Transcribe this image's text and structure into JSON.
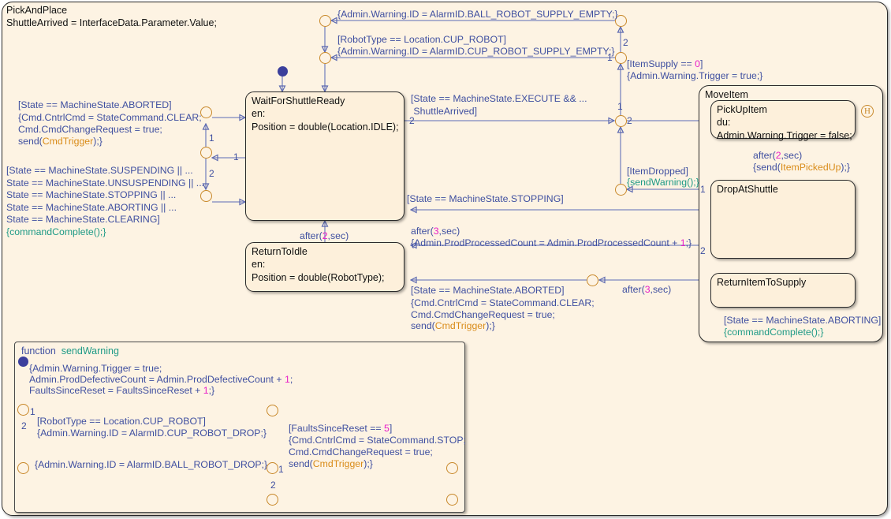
{
  "chart": {
    "name": "PickAndPlace",
    "header_line2": "ShuttleArrived = InterfaceData.Parameter.Value;"
  },
  "states": [
    {
      "id": "wait-for-shuttle-ready",
      "title": "WaitForShuttleReady",
      "body": "en:\nPosition = double(Location.IDLE);"
    },
    {
      "id": "return-to-idle",
      "title": "ReturnToIdle",
      "body": "en:\nPosition = double(RobotType);"
    },
    {
      "id": "move-item",
      "title": "MoveItem",
      "body": ""
    },
    {
      "id": "pick-up-item",
      "title": "PickUpItem",
      "body": "du:\nAdmin.Warning.Trigger = false;"
    },
    {
      "id": "drop-at-shuttle",
      "title": "DropAtShuttle",
      "body": ""
    },
    {
      "id": "return-item-to-supply",
      "title": "ReturnItemToSupply",
      "body": ""
    }
  ],
  "transitions": {
    "aborted_clear": "[State == MachineState.ABORTED]\n{Cmd.CntrlCmd = StateCommand.CLEAR;\nCmd.CmdChangeRequest = true;",
    "aborted_send": "send(",
    "cmd_trigger": "CmdTrigger",
    "aborted_tail": ");}",
    "suspend_group": "[State == MachineState.SUSPENDING || ...\nState == MachineState.UNSUSPENDING || ...\nState == MachineState.STOPPING || ...\nState == MachineState.ABORTING || ...\nState == MachineState.CLEARING]",
    "command_complete": "{commandComplete();}",
    "ball_supply_empty": "{Admin.Warning.ID = AlarmID.BALL_ROBOT_SUPPLY_EMPTY;}",
    "cup_robot_guard": "[RobotType == Location.CUP_ROBOT]",
    "cup_supply_empty": "{Admin.Warning.ID = AlarmID.CUP_ROBOT_SUPPLY_EMPTY;}",
    "item_supply_zero": "[ItemSupply == ",
    "item_supply_zero_num": "0",
    "item_supply_zero_tail": "]",
    "warning_trigger_true": "{Admin.Warning.Trigger = true;}",
    "execute_shuttle": "[State == MachineState.EXECUTE && ...\n ShuttleArrived]",
    "stopping": "[State == MachineState.STOPPING]",
    "item_dropped": "[ItemDropped]",
    "send_warning_call": "{sendWarning();}",
    "after2sec_pre": "after(",
    "after2sec_num": "2",
    "after2sec_post": ",sec)",
    "after3sec_pre": "after(",
    "after3sec_num": "3",
    "after3sec_post": ",sec)",
    "send_item_picked_open": "{send(",
    "item_picked_up": "ItemPickedUp",
    "send_item_picked_close": ");}",
    "prod_processed_pre": "{Admin.ProdProcessedCount = Admin.ProdProcessedCount + ",
    "prod_processed_num": "1",
    "prod_processed_post": ";}",
    "aborting_guard": "[State == MachineState.ABORTING]",
    "aborting_action": "{commandComplete();}"
  },
  "function_box": {
    "keyword": "function",
    "name": "sendWarning",
    "entry_action_l1": "{Admin.Warning.Trigger = true;",
    "entry_action_l2_pre": "Admin.ProdDefectiveCount = Admin.ProdDefectiveCount + ",
    "entry_action_l2_num": "1",
    "entry_action_l2_post": ";",
    "entry_action_l3_pre": "FaultsSinceReset = FaultsSinceReset + ",
    "entry_action_l3_num": "1",
    "entry_action_l3_post": ";}",
    "cup_guard": "[RobotType == Location.CUP_ROBOT]",
    "cup_action": "{Admin.Warning.ID = AlarmID.CUP_ROBOT_DROP;}",
    "ball_action": "{Admin.Warning.ID = AlarmID.BALL_ROBOT_DROP;}",
    "faults_guard_pre": "[FaultsSinceReset == ",
    "faults_guard_num": "5",
    "faults_guard_post": "]",
    "faults_action_l1": "{Cmd.CntrlCmd = StateCommand.STOP;",
    "faults_action_l2": "Cmd.CmdChangeRequest = true;",
    "faults_action_l3_pre": "send(",
    "faults_action_l3_evt": "CmdTrigger",
    "faults_action_l3_post": ");}"
  },
  "order_numbers": {
    "j_left_1": "1",
    "j_left_2": "2",
    "j_left_in1": "1",
    "j_mid_2": "2",
    "j_right_2": "2",
    "j_right_1": "1",
    "j_exec_1": "1",
    "j_exec_2": "2",
    "j_drop_1": "1",
    "j_drop_2": "2",
    "fn_1": "1",
    "fn_2": "2",
    "fn_b1": "1",
    "fn_b2": "2"
  },
  "icons": {
    "history": "H"
  },
  "colors": {
    "canvas_bg": "#fdf3e3",
    "state_fill": "#fdf0db",
    "state_border": "#2b2b2b",
    "transition": "#3f4fa0",
    "junction": "#c8882a",
    "event": "#d98c1a",
    "function": "#1f9a86",
    "number": "#e81ec8",
    "init_dot": "#3b3f9c"
  }
}
